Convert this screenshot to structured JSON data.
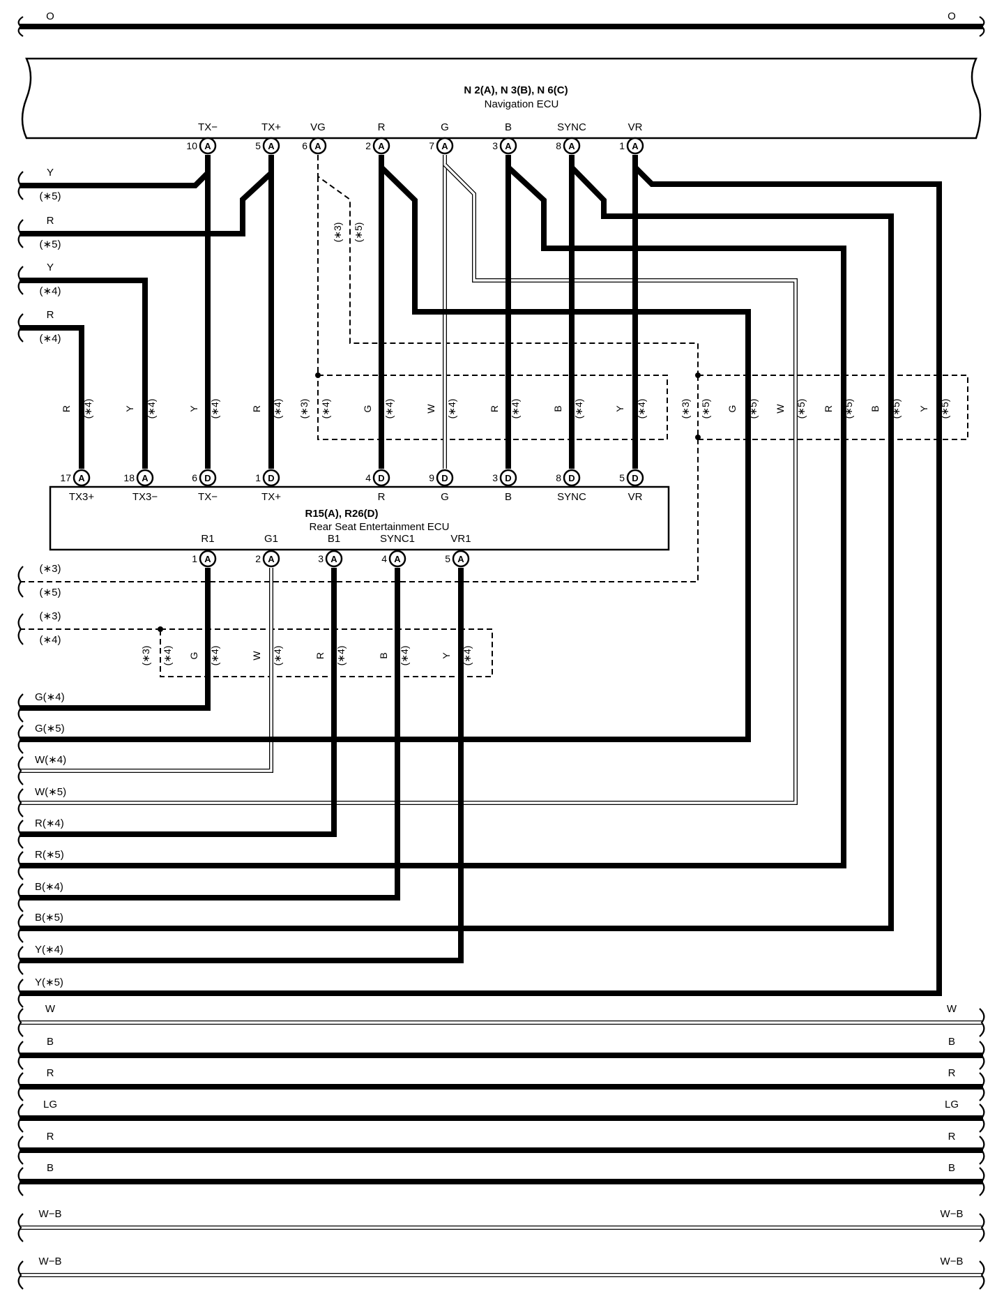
{
  "nav_ecu": {
    "title": "N 2(A), N 3(B), N 6(C)",
    "subtitle": "Navigation ECU",
    "pins": [
      {
        "name": "TX−",
        "num": "10",
        "conn": "A"
      },
      {
        "name": "TX+",
        "num": "5",
        "conn": "A"
      },
      {
        "name": "VG",
        "num": "6",
        "conn": "A"
      },
      {
        "name": "R",
        "num": "2",
        "conn": "A"
      },
      {
        "name": "G",
        "num": "7",
        "conn": "A"
      },
      {
        "name": "B",
        "num": "3",
        "conn": "A"
      },
      {
        "name": "SYNC",
        "num": "8",
        "conn": "A"
      },
      {
        "name": "VR",
        "num": "1",
        "conn": "A"
      }
    ]
  },
  "rse_ecu": {
    "title": "R15(A), R26(D)",
    "subtitle": "Rear Seat Entertainment ECU",
    "top_pins": [
      {
        "name": "TX3+",
        "num": "17",
        "conn": "A"
      },
      {
        "name": "TX3−",
        "num": "18",
        "conn": "A"
      },
      {
        "name": "TX−",
        "num": "6",
        "conn": "D"
      },
      {
        "name": "TX+",
        "num": "1",
        "conn": "D"
      },
      {
        "name": "R",
        "num": "4",
        "conn": "D"
      },
      {
        "name": "G",
        "num": "9",
        "conn": "D"
      },
      {
        "name": "B",
        "num": "3",
        "conn": "D"
      },
      {
        "name": "SYNC",
        "num": "8",
        "conn": "D"
      },
      {
        "name": "VR",
        "num": "5",
        "conn": "D"
      }
    ],
    "bottom_pins": [
      {
        "name": "R1",
        "num": "1",
        "conn": "A"
      },
      {
        "name": "G1",
        "num": "2",
        "conn": "A"
      },
      {
        "name": "B1",
        "num": "3",
        "conn": "A"
      },
      {
        "name": "SYNC1",
        "num": "4",
        "conn": "A"
      },
      {
        "name": "VR1",
        "num": "5",
        "conn": "A"
      }
    ]
  },
  "top_wire": {
    "left": "O",
    "right": "O"
  },
  "left_wires_top": [
    {
      "color": "Y",
      "note": "(∗5)"
    },
    {
      "color": "R",
      "note": "(∗5)"
    },
    {
      "color": "Y",
      "note": "(∗4)"
    },
    {
      "color": "R",
      "note": "(∗4)"
    }
  ],
  "left_notes_mid": [
    {
      "top": "(∗3)",
      "bottom": "(∗5)"
    },
    {
      "top": "(∗3)",
      "bottom": "(∗4)"
    }
  ],
  "left_wire_labels": [
    "G(∗4)",
    "G(∗5)",
    "W(∗4)",
    "W(∗5)",
    "R(∗4)",
    "R(∗5)",
    "B(∗4)",
    "B(∗5)",
    "Y(∗4)",
    "Y(∗5)"
  ],
  "vertical_labels_box1": [
    "R",
    "(∗4)",
    "Y",
    "(∗4)",
    "Y",
    "(∗4)",
    "R",
    "(∗4)",
    "(∗3)",
    "(∗4)",
    "G",
    "(∗4)",
    "W",
    "(∗4)",
    "R",
    "(∗4)",
    "B",
    "(∗4)",
    "Y",
    "(∗4)"
  ],
  "vertical_labels_box2": [
    "(∗3)",
    "(∗5)",
    "G",
    "(∗5)",
    "W",
    "(∗5)",
    "R",
    "(∗5)",
    "B",
    "(∗5)",
    "Y",
    "(∗5)"
  ],
  "vertical_labels_box3": [
    "(∗3)",
    "(∗4)",
    "G",
    "(∗4)",
    "W",
    "(∗4)",
    "R",
    "(∗4)",
    "B",
    "(∗4)",
    "Y",
    "(∗4)"
  ],
  "vertical_labels_vg": [
    "(∗3)",
    "(∗5)"
  ],
  "bottom_wires": [
    {
      "left": "W",
      "right": "W"
    },
    {
      "left": "B",
      "right": "B"
    },
    {
      "left": "R",
      "right": "R"
    },
    {
      "left": "LG",
      "right": "LG"
    },
    {
      "left": "R",
      "right": "R"
    },
    {
      "left": "B",
      "right": "B"
    },
    {
      "left": "W−B",
      "right": "W−B"
    },
    {
      "left": "W−B",
      "right": "W−B"
    }
  ]
}
